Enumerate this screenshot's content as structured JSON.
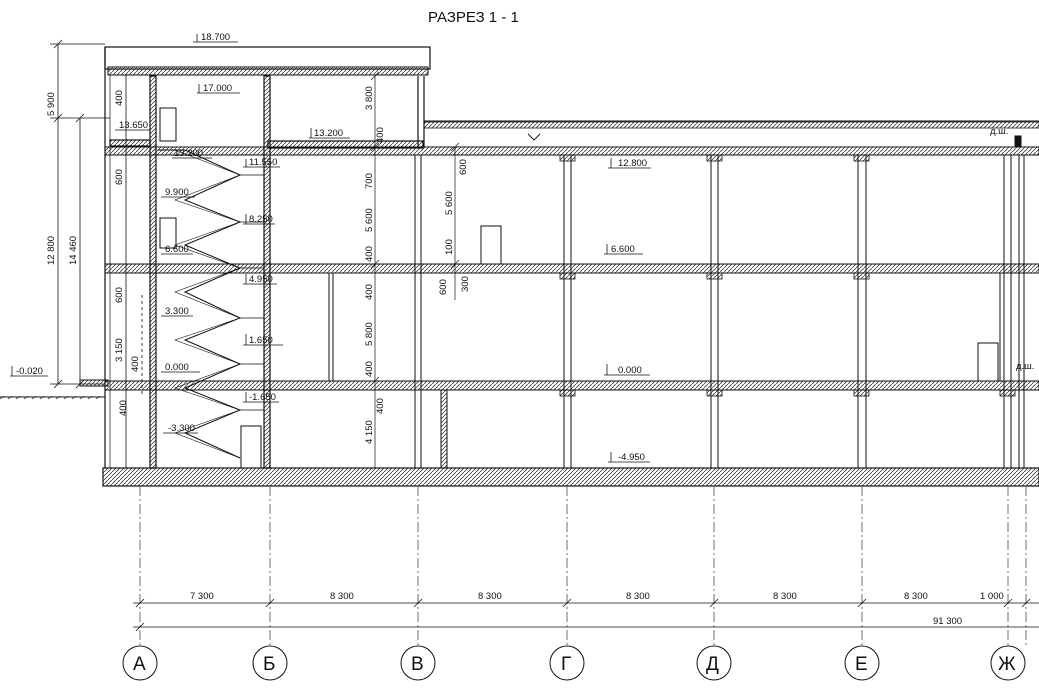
{
  "title": "РАЗРЕЗ   1 - 1",
  "axes": [
    "А",
    "Б",
    "В",
    "Г",
    "Д",
    "Е",
    "Ж"
  ],
  "span_dims": [
    "7 300",
    "8 300",
    "8 300",
    "8 300",
    "8 300",
    "8 300",
    "1 000"
  ],
  "overall_dim": "91 300",
  "elevations": {
    "roof_top": "18.700",
    "stair_top": "17.000",
    "tower_floor": "13.650",
    "roof_main": "13.200",
    "stair_1": "13.200",
    "roof_right": "12.800",
    "stair_2": "11.550",
    "stair_3": "9.900",
    "stair_4": "8.250",
    "stair_5": "6.600",
    "floor_2": "6.600",
    "stair_6": "4.950",
    "stair_7": "3.300",
    "stair_8": "1.650",
    "stair_9": "0.000",
    "floor_1": "0.000",
    "stair_10": "-1.650",
    "stair_11": "-3.300",
    "basement": "-4.950",
    "ground": "-0.020"
  },
  "left_dims": {
    "d5900": "5 900",
    "d12800": "12 800",
    "d14460": "14 460",
    "d3150": "3 150"
  },
  "small_dims": {
    "d400": "400",
    "d600": "600",
    "d3800": "3 800",
    "d700": "700",
    "d5600": "5 600",
    "d5800": "5 800",
    "d4150": "4 150",
    "d100": "100",
    "d300": "300"
  },
  "marks": {
    "dsh": "д.ш."
  }
}
